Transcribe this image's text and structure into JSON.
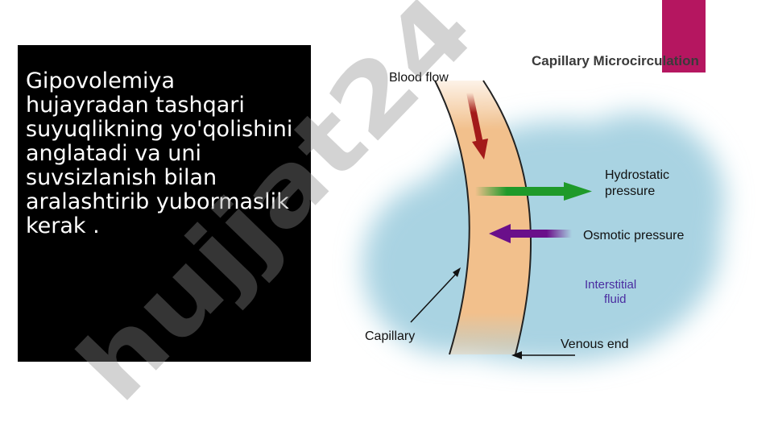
{
  "slide": {
    "accent_color": "#b51660",
    "body_text": "Gipovolemiya hujayradan tashqari suyuqlikning yo'qolishini anglatadi va uni suvsizlanish bilan aralashtirib yubormaslik kerak ."
  },
  "diagram": {
    "title": "Capillary Microcirculation",
    "labels": {
      "blood_flow": "Blood flow",
      "hydrostatic_line1": "Hydrostatic",
      "hydrostatic_line2": "pressure",
      "osmotic": "Osmotic pressure",
      "interstitial_line1": "Interstitial",
      "interstitial_line2": "fluid",
      "capillary": "Capillary",
      "venous_end": "Venous end"
    },
    "colors": {
      "interstitial_fluid": "#a9d3e2",
      "capillary": "#f2c08c",
      "blood_flow_arrow": "#a31a1a",
      "hydrostatic_arrow": "#1f9a2a",
      "osmotic_arrow": "#6a0f8a",
      "interstitial_label": "#4a2ca0"
    }
  },
  "watermark": {
    "text": "hujjat24"
  }
}
